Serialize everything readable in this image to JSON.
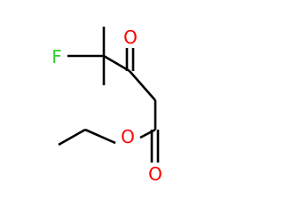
{
  "molecule": {
    "atoms": [
      {
        "id": "F",
        "symbol": "F",
        "color": "#33cc33"
      },
      {
        "id": "O_ketone",
        "symbol": "O",
        "color": "#ff0000"
      },
      {
        "id": "O_ester",
        "symbol": "O",
        "color": "#ff0000"
      },
      {
        "id": "O_carbonyl",
        "symbol": "O",
        "color": "#ff0000"
      }
    ],
    "bond_color": "#000000"
  }
}
